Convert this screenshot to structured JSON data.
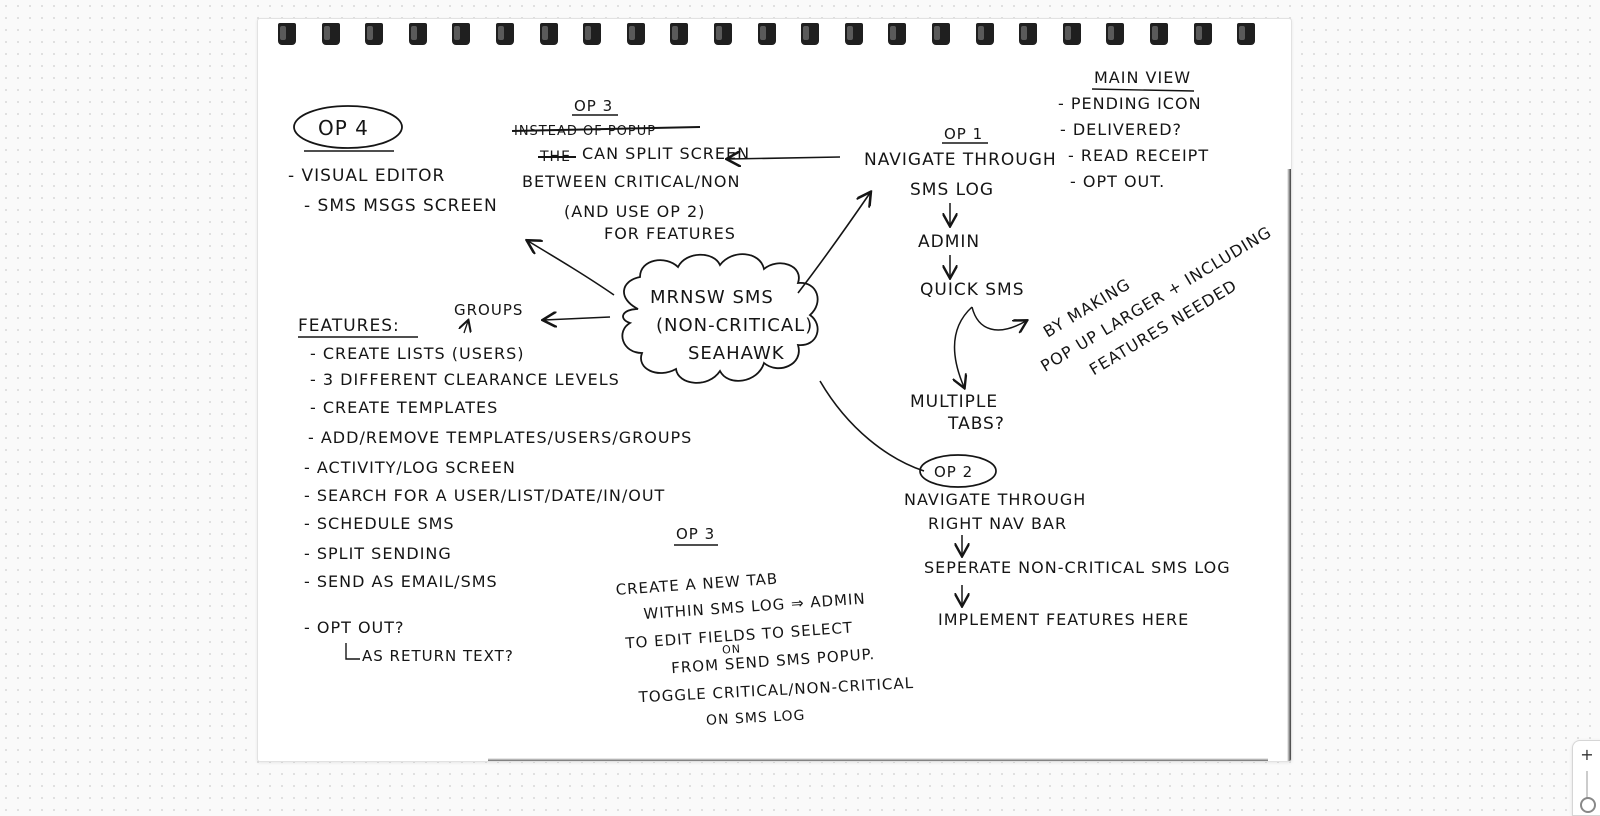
{
  "sketch": {
    "op4": {
      "heading": "OP 4",
      "lines": [
        "- VISUAL EDITOR",
        "- SMS MSGS SCREEN"
      ]
    },
    "op3_top": {
      "heading": "OP 3",
      "struck": "INSTEAD OF POPUP",
      "struck_word": "THE",
      "lines": [
        "CAN SPLIT SCREEN",
        "BETWEEN CRITICAL/NON",
        "(AND USE OP 2)",
        "FOR FEATURES"
      ]
    },
    "op1": {
      "heading": "OP 1",
      "lines": [
        "NAVIGATE THROUGH",
        "SMS LOG"
      ],
      "flow": [
        "ADMIN",
        "QUICK SMS"
      ],
      "branch": "MULTIPLE TABS?",
      "by_making": [
        "BY MAKING",
        "POP UP LARGER + INCLUDING",
        "FEATURES NEEDED"
      ]
    },
    "main_view": {
      "heading": "MAIN VIEW",
      "items": [
        "- PENDING ICON",
        "- DELIVERED?",
        "- READ RECEIPT",
        "- OPT OUT."
      ]
    },
    "center": {
      "lines": [
        "MRNSW SMS",
        "(NON-CRITICAL)",
        "SEAHAWK"
      ]
    },
    "features": {
      "heading": "FEATURES:",
      "groups_note": "GROUPS",
      "items": [
        "- CREATE LISTS (USERS)",
        "- 3 DIFFERENT CLEARANCE LEVELS",
        "- CREATE TEMPLATES",
        "- ADD/REMOVE TEMPLATES/USERS/GROUPS",
        "- ACTIVITY/LOG SCREEN",
        "- SEARCH FOR A USER/LIST/DATE/IN/OUT",
        "- SCHEDULE SMS",
        "- SPLIT SENDING",
        "- SEND AS EMAIL/SMS"
      ],
      "opt_out": "- OPT OUT?",
      "opt_out_sub": "AS RETURN TEXT?"
    },
    "op3_bottom": {
      "heading": "OP 3",
      "lines": [
        "CREATE A NEW TAB",
        "WITHIN SMS LOG ⇒ ADMIN",
        "TO EDIT FIELDS TO SELECT",
        "FROM SEND SMS POPUP.",
        "TOGGLE CRITICAL/NON-CRITICAL",
        "ON SMS LOG"
      ],
      "on_note": "ON"
    },
    "op2": {
      "heading": "OP 2",
      "lines": [
        "NAVIGATE THROUGH",
        "RIGHT NAV BAR"
      ],
      "flow": [
        "SEPERATE NON-CRITICAL SMS LOG",
        "IMPLEMENT FEATURES HERE"
      ]
    }
  },
  "zoom": {
    "plus": "+"
  }
}
